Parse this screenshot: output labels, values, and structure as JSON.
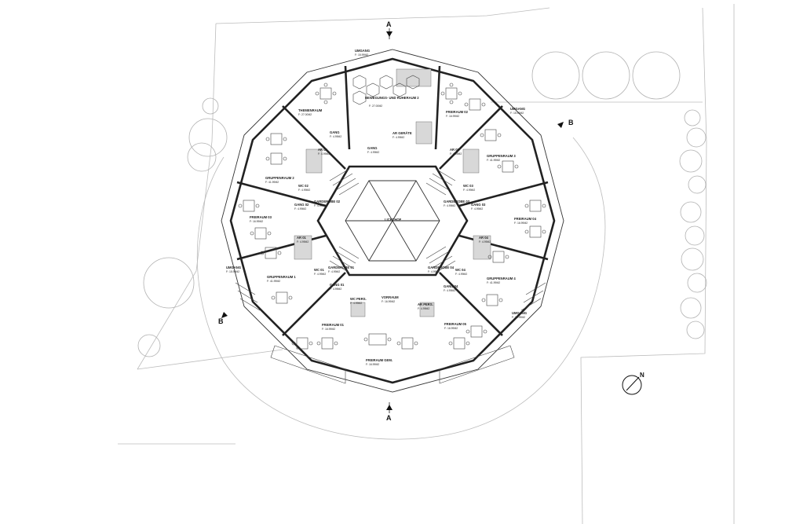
{
  "section_markers": {
    "a_top": "A",
    "a_bottom": "A",
    "b_right": "B",
    "b_left": "B"
  },
  "north_arrow": {
    "letter": "N",
    "icon": "north-arrow-icon"
  },
  "rooms": {
    "umgang_top": {
      "name": "UMGANG",
      "area": "F: 15.99M2"
    },
    "umgang_right": {
      "name": "UMGANG",
      "area": "F: 15.99M2"
    },
    "umgang_left": {
      "name": "UMGANG",
      "area": "F: 15.99M2"
    },
    "umgang_bottom_right": {
      "name": "UMGANG",
      "area": "F: 15.99M2"
    },
    "bewegung": {
      "name": "BEWEGUNGS- UND RUHERAUM 2",
      "area": "F: 27.00M2"
    },
    "themenraum": {
      "name": "THEMENRAUM",
      "area": "F: 27.00M2"
    },
    "freiraum_02": {
      "name": "FREIRAUM 02",
      "area": "F: 16.99M2"
    },
    "freiraum_03": {
      "name": "FREIRAUM 03",
      "area": "F: 16.99M2"
    },
    "freiraum_04": {
      "name": "FREIRAUM 04",
      "area": "F: 16.99M2"
    },
    "freiraum_05": {
      "name": "FREIRAUM 05",
      "area": "F: 16.99M2"
    },
    "freiraum_01": {
      "name": "FREIRAUM 01",
      "area": "F: 16.99M2"
    },
    "freiraum_gem": {
      "name": "FREIRAUM GEM.",
      "area": "F: 16.99M2"
    },
    "gruppe_1": {
      "name": "GRUPPENRAUM 1",
      "area": "F: 41.99M2"
    },
    "gruppe_2": {
      "name": "GRUPPENRAUM 2",
      "area": "F: 41.99M2"
    },
    "gruppe_3": {
      "name": "GRUPPENRAUM 3",
      "area": "F: 41.99M2"
    },
    "gruppe_4": {
      "name": "GRUPPENRAUM 4",
      "area": "F: 41.99M2"
    },
    "ar_geraete": {
      "name": "AR GERÄTE",
      "area": "F: 4.99M2"
    },
    "gang": {
      "name": "GANG",
      "area": "F: 4.99M2"
    },
    "ar_02": {
      "name": "AR 02",
      "area": "F: 4.99M2"
    },
    "ar_03": {
      "name": "AR 03",
      "area": "F: 4.99M2"
    },
    "ar_04": {
      "name": "AR 04",
      "area": "F: 4.99M2"
    },
    "ar_01": {
      "name": "AR 01",
      "area": "F: 4.99M2"
    },
    "wc_02": {
      "name": "WC 02",
      "area": "F: 4.99M2"
    },
    "wc_03": {
      "name": "WC 03",
      "area": "F: 4.99M2"
    },
    "wc_04": {
      "name": "WC 04",
      "area": "F: 4.99M2"
    },
    "wc_01": {
      "name": "WC 01",
      "area": "F: 4.99M2"
    },
    "gang_02": {
      "name": "GANG 02",
      "area": "F: 4.99M2"
    },
    "gang_03": {
      "name": "GANG 03",
      "area": "F: 4.99M2"
    },
    "gang_04": {
      "name": "GANG 04",
      "area": "F: 4.99M2"
    },
    "gang_01": {
      "name": "GANG 01",
      "area": "F: 4.99M2"
    },
    "garderobe_02": {
      "name": "GARDEROBE 02",
      "area": "F: 4.99M2"
    },
    "garderobe_03": {
      "name": "GARDEROBE 03",
      "area": "F: 4.99M2"
    },
    "garderobe_04": {
      "name": "GARDEROBE 04",
      "area": "F: 4.99M2"
    },
    "garderobe_01": {
      "name": "GARDEROBE 01",
      "area": "F: 4.99M2"
    },
    "vorraum": {
      "name": "VORRAUM",
      "area": "F: 16.99M2"
    },
    "wc_pers": {
      "name": "WC PERS.",
      "area": "F: 4.99M2"
    },
    "ar_pers": {
      "name": "AR PERS.",
      "area": "F: 4.99M2"
    },
    "gang_bottom": {
      "name": "GANG",
      "area": "F: 4.99M2"
    },
    "lichthof": {
      "name": "LICHTHOF",
      "area": ""
    }
  }
}
